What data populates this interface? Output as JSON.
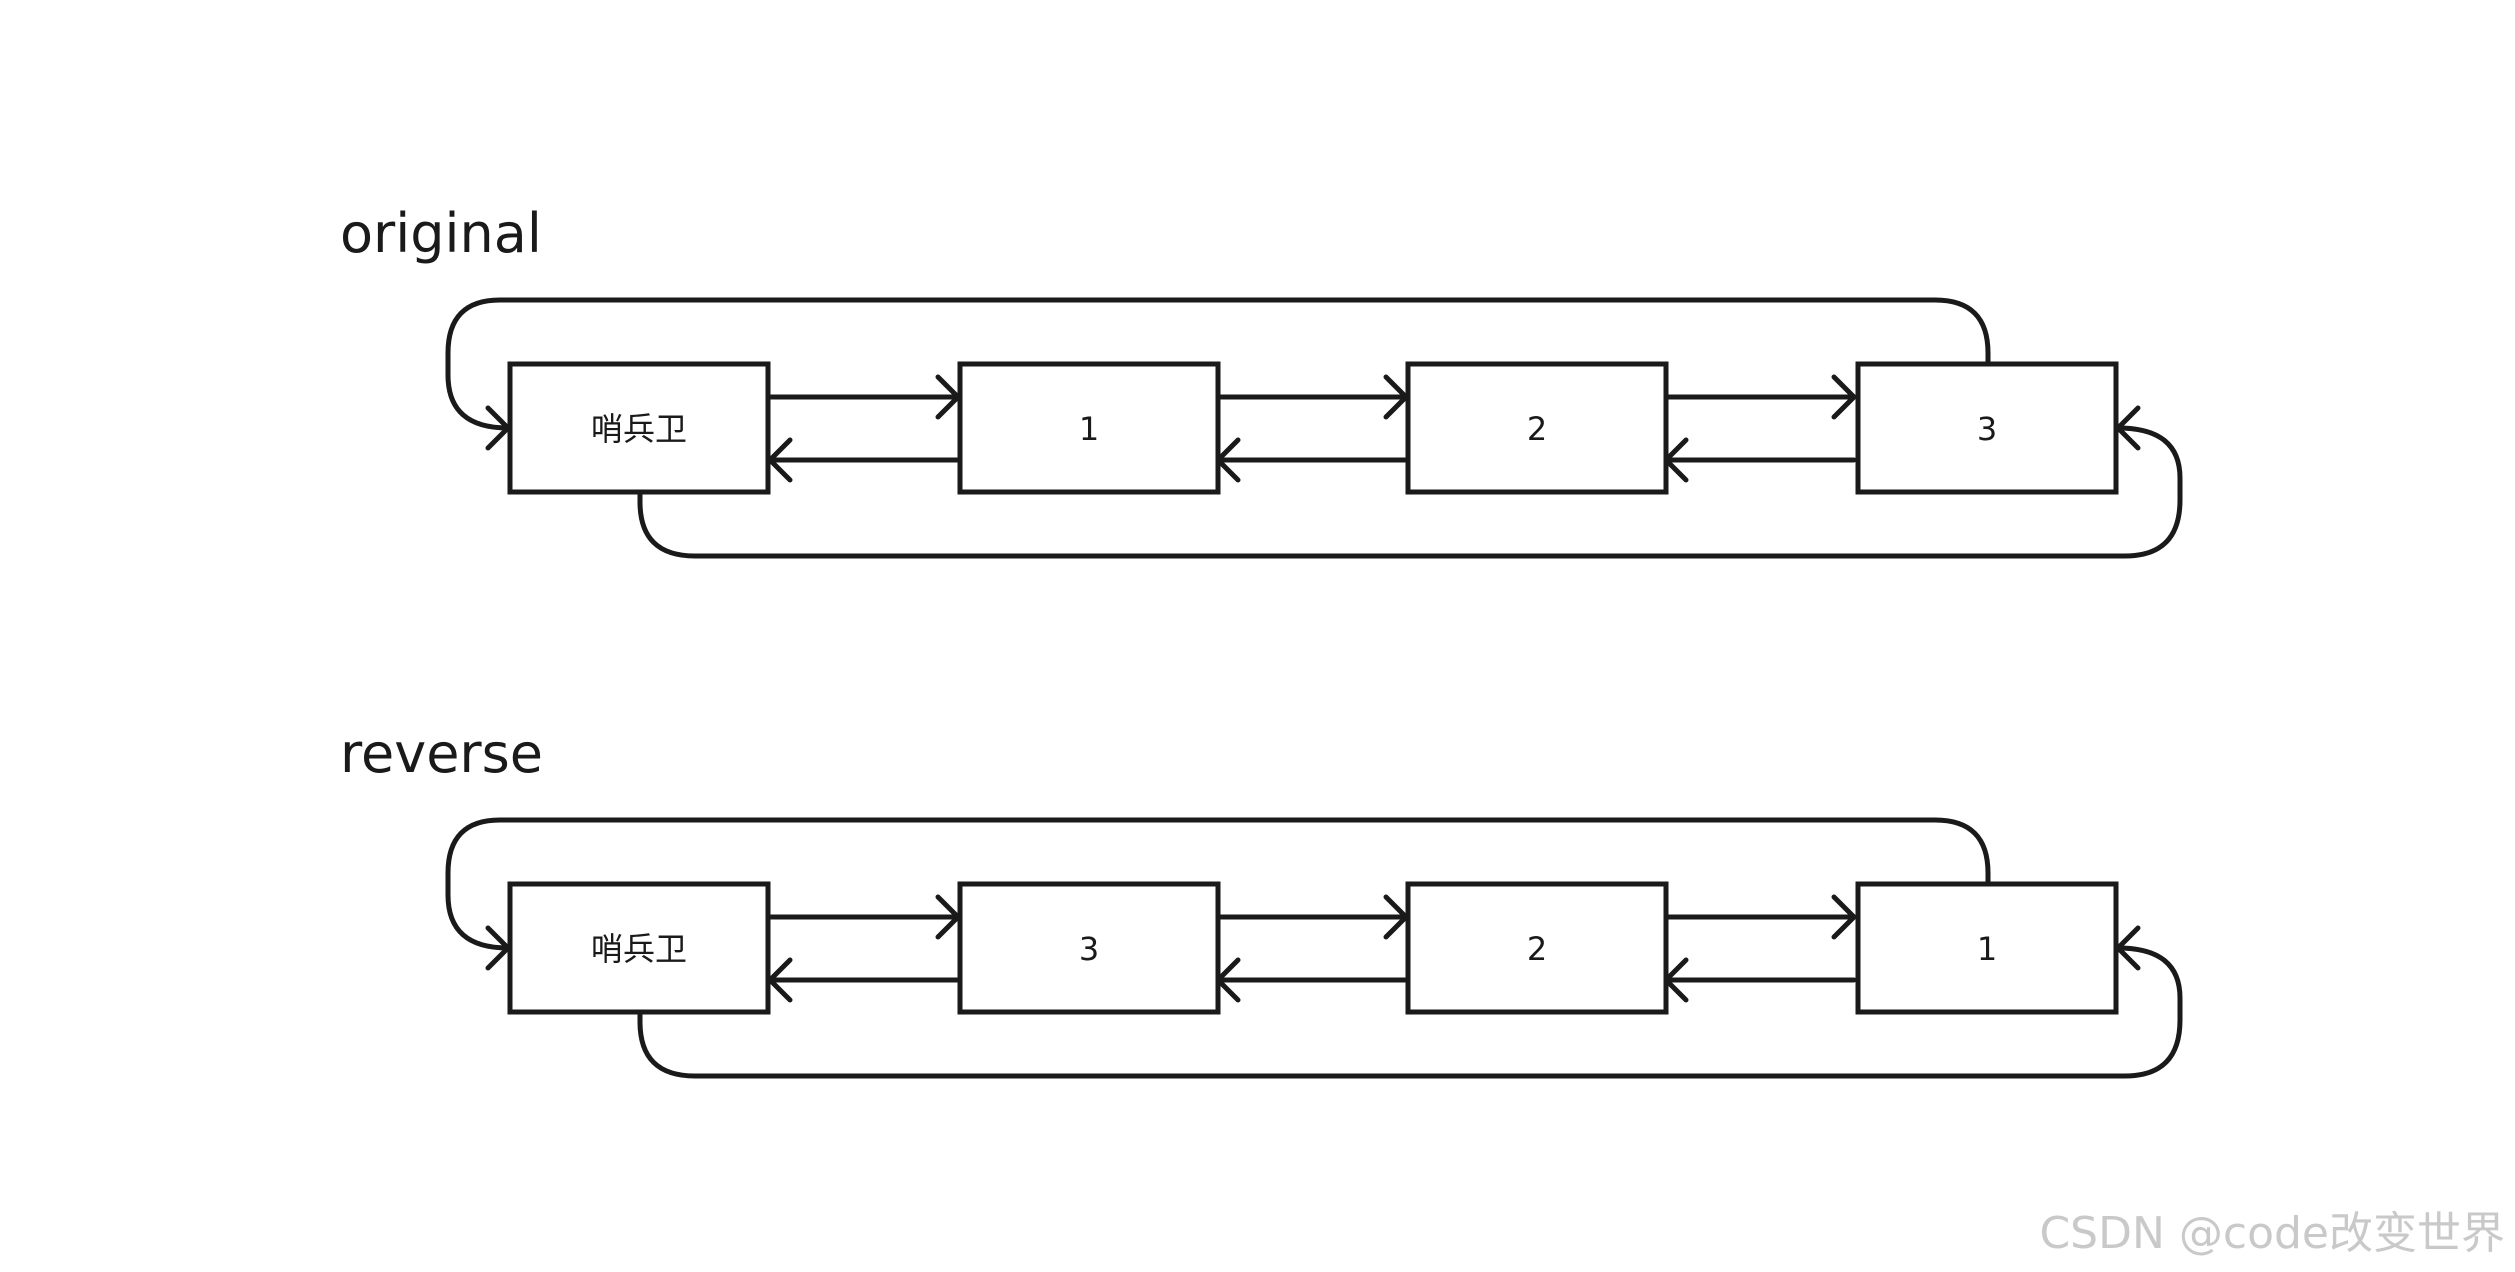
{
  "diagrams": [
    {
      "title": "original",
      "nodes": [
        "哨兵卫",
        "1",
        "2",
        "3"
      ]
    },
    {
      "title": "reverse",
      "nodes": [
        "哨兵卫",
        "3",
        "2",
        "1"
      ]
    }
  ],
  "watermark": "CSDN @code改变世界",
  "colors": {
    "stroke": "#1a1a1a",
    "background": "#ffffff",
    "watermark": "#c9c9c9"
  }
}
